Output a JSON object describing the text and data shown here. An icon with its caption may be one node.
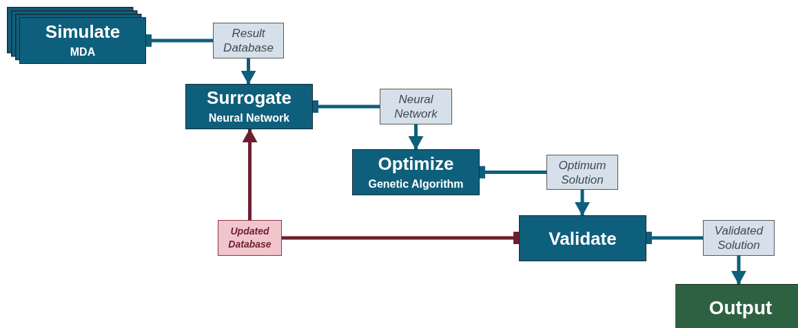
{
  "diagram": {
    "nodes": [
      {
        "text": [
          "Simulate",
          "MDA"
        ]
      },
      {
        "text": [
          "Result Database"
        ]
      },
      {
        "text": [
          "Surrogate",
          "Neural Network"
        ]
      },
      {
        "text": [
          "Neural Network"
        ]
      },
      {
        "text": [
          "Optimize",
          "Genetic Algorithm"
        ]
      },
      {
        "text": [
          "Optimum Solution"
        ]
      },
      {
        "text": [
          "Validate"
        ]
      },
      {
        "text": [
          "Validated Solution"
        ]
      },
      {
        "text": [
          "Output"
        ]
      },
      {
        "text": [
          "Updated Database"
        ]
      }
    ],
    "edges": [
      {
        "from": 0,
        "to": 1,
        "arrow": "other"
      },
      {
        "from": 1,
        "to": 2,
        "arrow": "to"
      },
      {
        "from": 2,
        "to": 3,
        "arrow": "other"
      },
      {
        "from": 3,
        "to": 4,
        "arrow": "to"
      },
      {
        "from": 4,
        "to": 5,
        "arrow": "other"
      },
      {
        "from": 5,
        "to": 6,
        "arrow": "to"
      },
      {
        "from": 6,
        "to": 7,
        "arrow": "other"
      },
      {
        "from": 7,
        "to": 8,
        "arrow": "to"
      },
      {
        "from": 9,
        "to": 2,
        "arrow": "to",
        "color": "#6e1f2e"
      },
      {
        "from": 6,
        "to": 9,
        "arrow": "other",
        "color": "#6e1f2e"
      }
    ]
  }
}
